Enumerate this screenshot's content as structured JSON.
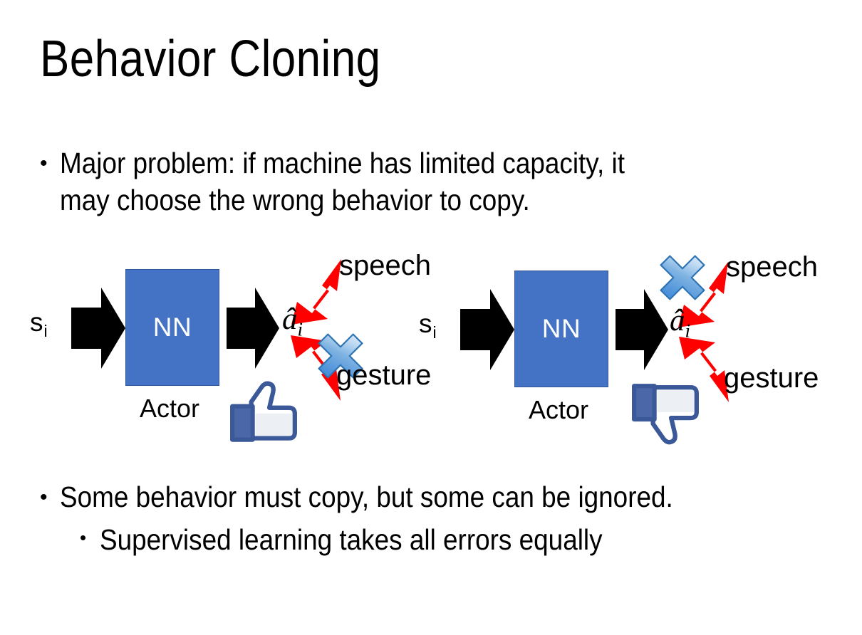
{
  "slide": {
    "title": "Behavior Cloning",
    "background_color": "#FFFFFF"
  },
  "bullets": {
    "top": {
      "marker": "•",
      "line1": "Major problem: if machine has limited capacity, it",
      "line2": "may choose the wrong behavior to copy."
    },
    "bottom_level1": {
      "marker": "•",
      "text": "Some behavior must copy, but some can be ignored."
    },
    "bottom_level2": {
      "marker": "•",
      "text": "Supervised learning takes all errors equally"
    }
  },
  "colors": {
    "nn_box_fill": "#4472C4",
    "nn_box_border": "#2F5597",
    "arrow_black": "#000000",
    "arrow_red": "#FF0000",
    "cross_light": "#C5DCF3",
    "cross_mid": "#5B9BD5",
    "cross_dark": "#2E74B5",
    "thumb_outline": "#3B5998",
    "thumb_fill": "#FFFFFF",
    "thumb_cuff": "#4B67A8"
  },
  "diagrams": [
    {
      "id": "left-diagram",
      "input_label": "s",
      "input_subscript": "i",
      "box_label": "NN",
      "box_caption": "Actor",
      "output_label": "â",
      "output_subscript": "i",
      "branches": [
        {
          "name": "speech",
          "direction": "up-right",
          "crossed": false
        },
        {
          "name": "gesture",
          "direction": "down-right",
          "crossed": true
        }
      ],
      "verdict_icon": "thumbs-up-icon",
      "verdict": "good"
    },
    {
      "id": "right-diagram",
      "input_label": "s",
      "input_subscript": "i",
      "box_label": "NN",
      "box_caption": "Actor",
      "output_label": "â",
      "output_subscript": "i",
      "branches": [
        {
          "name": "speech",
          "direction": "up-right",
          "crossed": true
        },
        {
          "name": "gesture",
          "direction": "down-right",
          "crossed": false
        }
      ],
      "verdict_icon": "thumbs-down-icon",
      "verdict": "bad"
    }
  ]
}
